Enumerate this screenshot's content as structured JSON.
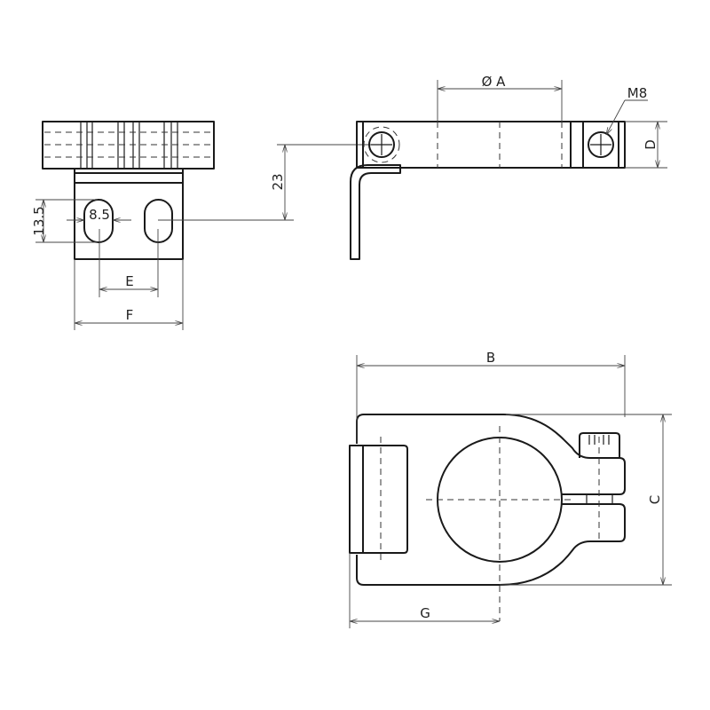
{
  "title": "Clamp bracket dimension drawing",
  "front_view": {
    "dim_slot_height": "13.5",
    "dim_slot_width": "8.5",
    "dim_slot_spacing": "E",
    "dim_plate_width": "F",
    "dim_height": "23"
  },
  "side_view": {
    "dim_bore": "Ø A",
    "dim_thread": "M8",
    "dim_thickness": "D"
  },
  "top_view": {
    "dim_length": "B",
    "dim_width": "C",
    "dim_center_offset": "G"
  },
  "colors": {
    "line": "#1a1a1a",
    "background": "#ffffff"
  }
}
